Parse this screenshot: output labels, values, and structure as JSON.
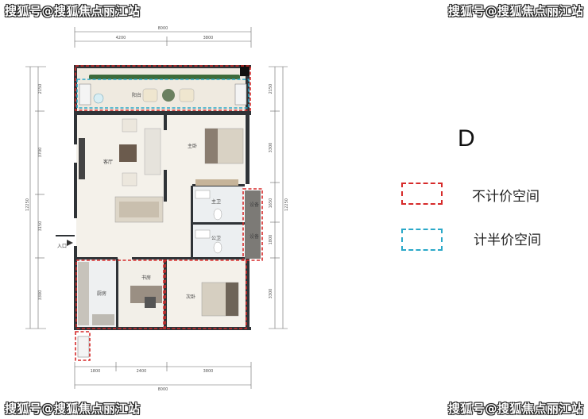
{
  "watermark": "搜狐号@搜狐焦点丽江站",
  "unit_type": "D",
  "legend": {
    "excluded": {
      "label": "不计价空间",
      "color": "#d62a2a"
    },
    "half_price": {
      "label": "计半价空间",
      "color": "#2aa8c8"
    }
  },
  "dimensions": {
    "top_total": "8000",
    "top_left": "4200",
    "top_right": "3800",
    "bottom_total": "8000",
    "bottom_a": "1800",
    "bottom_b": "2400",
    "bottom_c": "3800",
    "left_a": "2150",
    "left_b": "3700",
    "left_total": "12250",
    "left_c": "3150",
    "left_d": "3300",
    "right_a": "2150",
    "right_b": "3300",
    "right_total": "12250",
    "right_c": "1650",
    "right_d": "1800",
    "right_e": "3300"
  },
  "rooms": {
    "balcony": "阳台",
    "living": "客厅",
    "master": "主卧",
    "master_bath": "主卫",
    "bath": "公卫",
    "entry": "入口",
    "kitchen": "厨房",
    "study": "书房",
    "bedroom2": "次卧",
    "equipment1": "设备",
    "equipment2": "设备"
  }
}
